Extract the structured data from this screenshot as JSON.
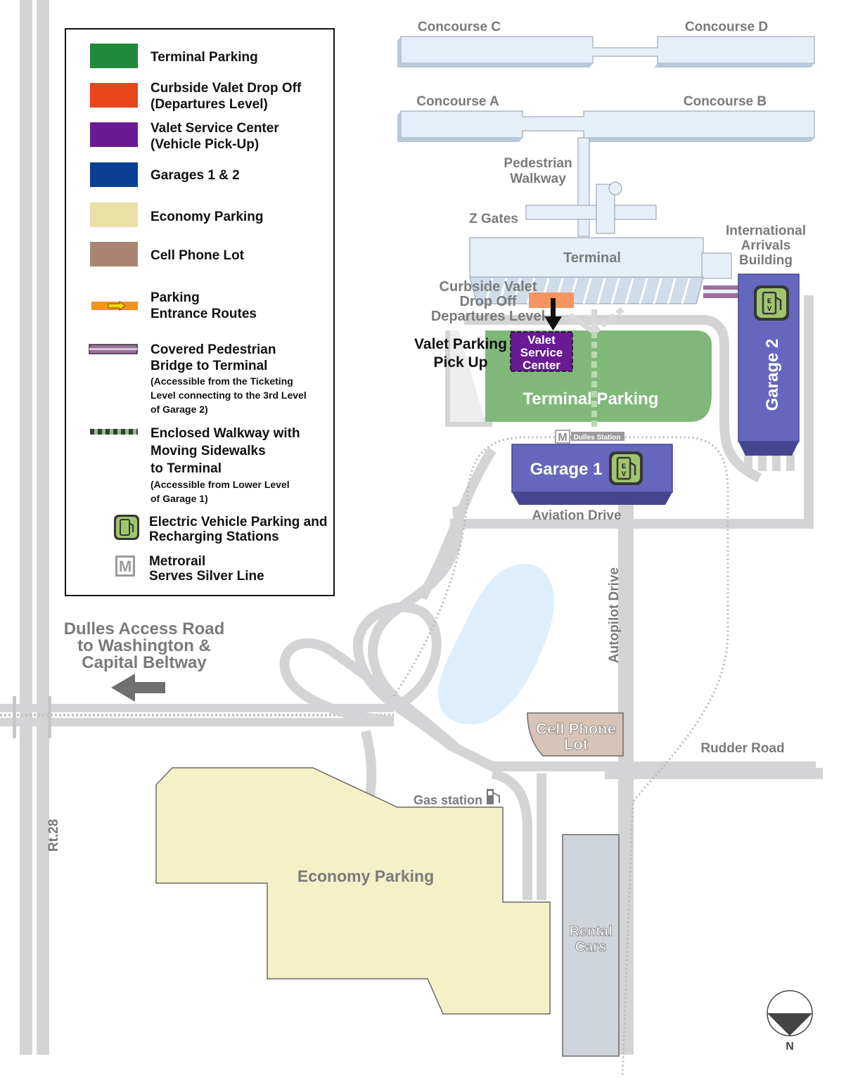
{
  "legend": {
    "items": [
      {
        "label": "Terminal Parking",
        "color": "#21893a"
      },
      {
        "label_line1": "Curbside Valet Drop Off",
        "label_line2": "(Departures Level)",
        "color": "#e8461d"
      },
      {
        "label_line1": "Valet Service Center",
        "label_line2": "(Vehicle Pick-Up)",
        "color": "#6a1a93"
      },
      {
        "label": "Garages 1 & 2",
        "color": "#0c3f93"
      },
      {
        "label": "Economy Parking",
        "color": "#e7e1a6"
      },
      {
        "label": "Cell Phone Lot",
        "color": "#a98473"
      },
      {
        "label_line1": "Parking",
        "label_line2": "Entrance Routes",
        "icon": "orange-arrow-icon"
      },
      {
        "label_line1": "Covered Pedestrian",
        "label_line2": "Bridge to Terminal",
        "note": [
          "(Accessible from the Ticketing",
          "Level connecting to the 3rd Level",
          "of Garage 2)"
        ],
        "icon": "pedestrian-bridge-icon"
      },
      {
        "label_line1": "Enclosed Walkway with",
        "label_line2": "Moving Sidewalks",
        "label_line3": "to Terminal",
        "note": [
          "(Accessible from Lower Level",
          "of Garage 1)"
        ],
        "icon": "enclosed-walkway-icon"
      },
      {
        "label_line1": "Electric Vehicle Parking and",
        "label_line2": "Recharging Stations",
        "icon": "ev-charging-icon"
      },
      {
        "label_line1": "Metrorail",
        "label_line2": "Serves Silver Line",
        "icon": "metro-icon"
      }
    ]
  },
  "map": {
    "concourse_c": "Concourse C",
    "concourse_d": "Concourse D",
    "concourse_a": "Concourse A",
    "concourse_b": "Concourse B",
    "pedestrian_walkway_1": "Pedestrian",
    "pedestrian_walkway_2": "Walkway",
    "z_gates": "Z Gates",
    "terminal": "Terminal",
    "intl_1": "International",
    "intl_2": "Arrivals",
    "intl_3": "Building",
    "curbside_1": "Curbside Valet",
    "curbside_2": "Drop Off",
    "curbside_3": "Departures Level",
    "valet_pickup_1": "Valet Parking",
    "valet_pickup_2": "Pick Up",
    "valet_center_1": "Valet",
    "valet_center_2": "Service",
    "valet_center_3": "Center",
    "terminal_parking": "Terminal Parking",
    "garage_2": "Garage 2",
    "garage_1": "Garage 1",
    "metro_letter": "M",
    "dulles_station": "Dulles Station",
    "aviation_drive": "Aviation Drive",
    "autopilot_drive": "Autopilot Drive",
    "access_1": "Dulles Access Road",
    "access_2": "to Washington &",
    "access_3": "Capital Beltway",
    "cell_1": "Cell Phone",
    "cell_2": "Lot",
    "rudder_road": "Rudder Road",
    "gas_station": "Gas station",
    "economy_parking": "Economy Parking",
    "rental_1": "Rental",
    "rental_2": "Cars",
    "rt28": "Rt.28",
    "north": "N",
    "ev_e": "E",
    "ev_v": "V"
  }
}
